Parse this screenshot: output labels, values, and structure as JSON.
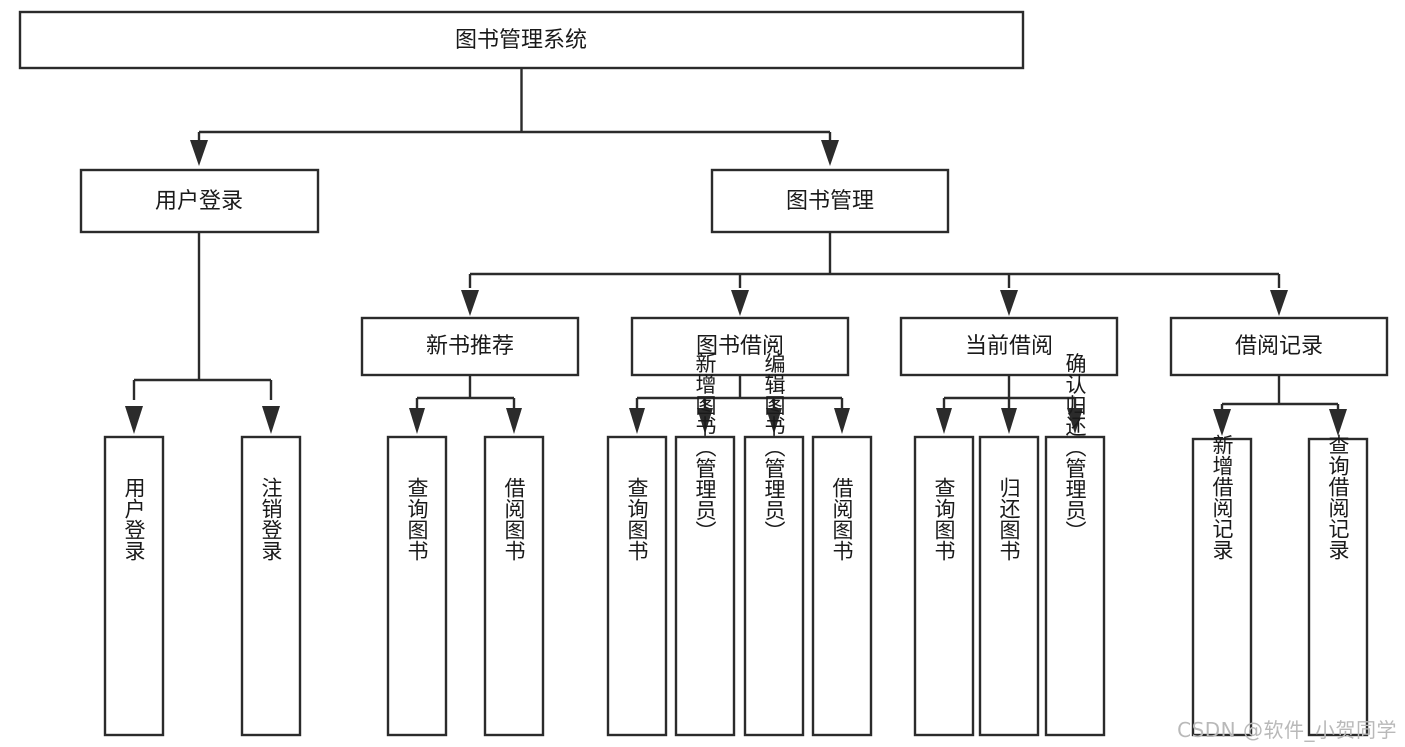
{
  "diagram": {
    "title": "图书管理系统",
    "type": "hierarchy-tree",
    "watermark": "CSDN @软件_小贺同学",
    "colors": {
      "stroke": "#2b2b2b",
      "fill": "#ffffff",
      "text": "#1a1a1a",
      "watermark": "#b9b9b9"
    },
    "levels": {
      "root": {
        "label": "图书管理系统"
      },
      "level1": [
        {
          "label": "用户登录"
        },
        {
          "label": "图书管理"
        }
      ],
      "level2": [
        {
          "label": "新书推荐"
        },
        {
          "label": "图书借阅"
        },
        {
          "label": "当前借阅"
        },
        {
          "label": "借阅记录"
        }
      ],
      "leaves": [
        {
          "label": "用户登录",
          "parent": "用户登录"
        },
        {
          "label": "注销登录",
          "parent": "用户登录"
        },
        {
          "label": "查询图书",
          "parent": "新书推荐"
        },
        {
          "label": "借阅图书",
          "parent": "新书推荐"
        },
        {
          "label": "查询图书",
          "parent": "图书借阅"
        },
        {
          "label": "新增图书（管理员）",
          "parent": "图书借阅"
        },
        {
          "label": "编辑图书（管理员）",
          "parent": "图书借阅"
        },
        {
          "label": "借阅图书",
          "parent": "图书借阅"
        },
        {
          "label": "查询图书",
          "parent": "当前借阅"
        },
        {
          "label": "归还图书",
          "parent": "当前借阅"
        },
        {
          "label": "确认归还（管理员）",
          "parent": "当前借阅"
        },
        {
          "label": "新增借阅记录",
          "parent": "借阅记录"
        },
        {
          "label": "查询借阅记录",
          "parent": "借阅记录"
        }
      ]
    }
  }
}
